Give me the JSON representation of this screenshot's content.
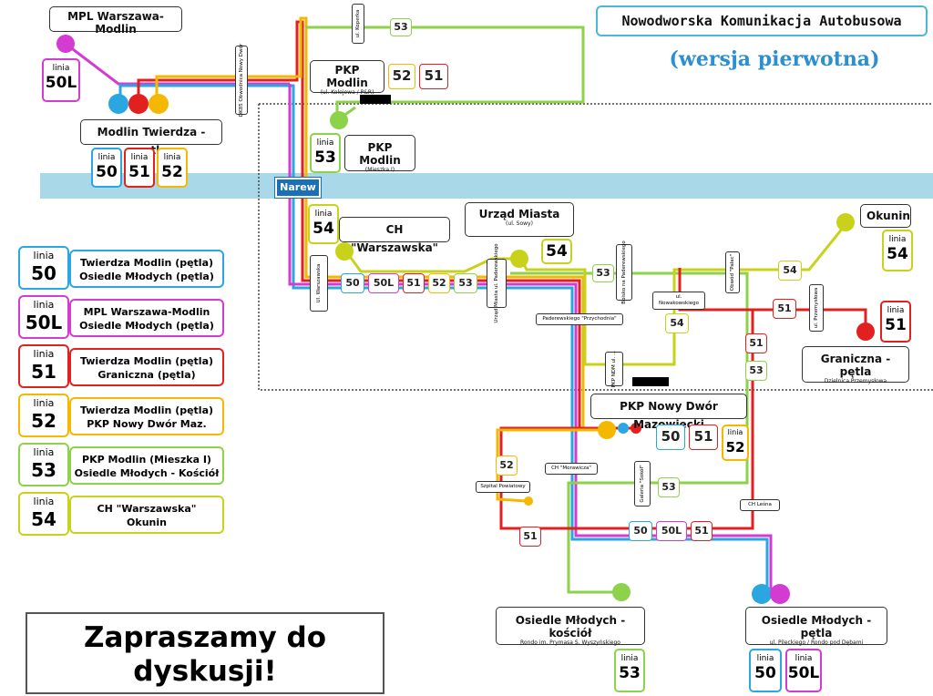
{
  "header": {
    "title": "Nowodworska Komunikacja Autobusowa",
    "subtitle": "(wersja pierwotna)"
  },
  "invite": {
    "text": "Zapraszamy do dyskusji!"
  },
  "river": {
    "name": "Narew"
  },
  "colors": {
    "line50": "#2aa7e0",
    "line50L": "#d43bd0",
    "line51": "#e32020",
    "line52": "#f5b800",
    "line53": "#8cd24a",
    "line54": "#c8d21a",
    "river": "#a9d8e8"
  },
  "badge_word": "linia",
  "stops": {
    "mpl": "MPL Warszawa-Modlin",
    "twierdza": "Modlin Twierdza - pętla",
    "pkp_modlin_kolejowa": "PKP Modlin",
    "pkp_modlin_kolejowa_sub": "(ul. Kolejowa / P&R)",
    "pkp_modlin_mieszka": "PKP Modlin",
    "pkp_modlin_mieszka_sub": "(Mieszka I)",
    "ch_warszawska": "CH \"Warszawska\"",
    "urzad": "Urząd Miasta",
    "urzad_sub": "(ul. Sowy)",
    "okunin": "Okunin",
    "graniczna": "Graniczna - pętla",
    "graniczna_sub": "Dzielnica Przemysłowa",
    "pkp_ndm": "PKP Nowy Dwór Mazowiecki",
    "osiedle_kosciol": "Osiedle Młodych - kościół",
    "osiedle_kosciol_sub": "Rondo im. Prymasa S. Wyszyńskiego",
    "osiedle_petla": "Osiedle Młodych - pętla",
    "osiedle_petla_sub": "ul. Pileckiego / Rondo pod Dębami"
  },
  "minor_stops": {
    "dk85": "DK85 Obwodnica Nowy Dwór",
    "ul_koperka": "ul. Koperka",
    "ul_warszawska": "Ul. Warszawska",
    "urzad_miasta_v": "Urząd Miasta ul. Paderewskiego",
    "zakoczyn": "Boisko na Paderewskiego",
    "paderewskiego": "Paderewskiego \"Przychodnia\"",
    "ul_nowakowskiego": "ul. Nowakowskiego",
    "plac_rzeczp": "Obwód \"Pałac\"",
    "ul_przemyslowa": "ul. Przemysłowa",
    "pkp_ndm_v": "PKP NDM ul. ...",
    "szpital": "Szpital Powiatowy",
    "ch_morawicza": "CH \"Morawicza\"",
    "galeria": "Galeria \"Sokół\"",
    "ch_leśna": "CH Leśna"
  },
  "line_tags": {
    "t53_top": "53",
    "t52_pkp": "52",
    "t51_pkp": "51",
    "row_50": "50",
    "row_50L": "50L",
    "row_51": "51",
    "row_52": "52",
    "row_53": "53",
    "t53_mid": "53",
    "t54_mid": "54",
    "t54_low": "54",
    "t51_gran": "51",
    "t51_v1": "51",
    "t53_v1": "53",
    "t50_ndm": "50",
    "t51_ndm": "51",
    "t52_ndm": "52",
    "t52_left": "52",
    "t53_low": "53",
    "t51_left": "51",
    "row2_50": "50",
    "row2_50L": "50L",
    "row2_51": "51"
  },
  "badges": {
    "b50L_mpl": "50L",
    "b50_tw": "50",
    "b51_tw": "51",
    "b52_tw": "52",
    "b53_mieszka": "53",
    "b54_ch": "54",
    "b54_urzad": "54",
    "b54_okunin": "54",
    "b51_gran": "51",
    "b53_kosciol": "53",
    "b50_petla": "50",
    "b50L_petla": "50L"
  },
  "legend": [
    {
      "line": "50",
      "from": "Twierdza Modlin (pętla)",
      "to": "Osiedle Młodych (pętla)",
      "color": "#2aa7e0"
    },
    {
      "line": "50L",
      "from": "MPL Warszawa-Modlin",
      "to": "Osiedle Młodych (pętla)",
      "color": "#d43bd0"
    },
    {
      "line": "51",
      "from": "Twierdza Modlin (pętla)",
      "to": "Graniczna (pętla)",
      "color": "#e32020"
    },
    {
      "line": "52",
      "from": "Twierdza Modlin (pętla)",
      "to": "PKP Nowy Dwór Maz.",
      "color": "#f5b800"
    },
    {
      "line": "53",
      "from": "PKP Modlin (Mieszka I)",
      "to": "Osiedle Młodych - Kościół",
      "color": "#8cd24a"
    },
    {
      "line": "54",
      "from": "CH \"Warszawska\"",
      "to": "Okunin",
      "color": "#c8d21a"
    }
  ]
}
